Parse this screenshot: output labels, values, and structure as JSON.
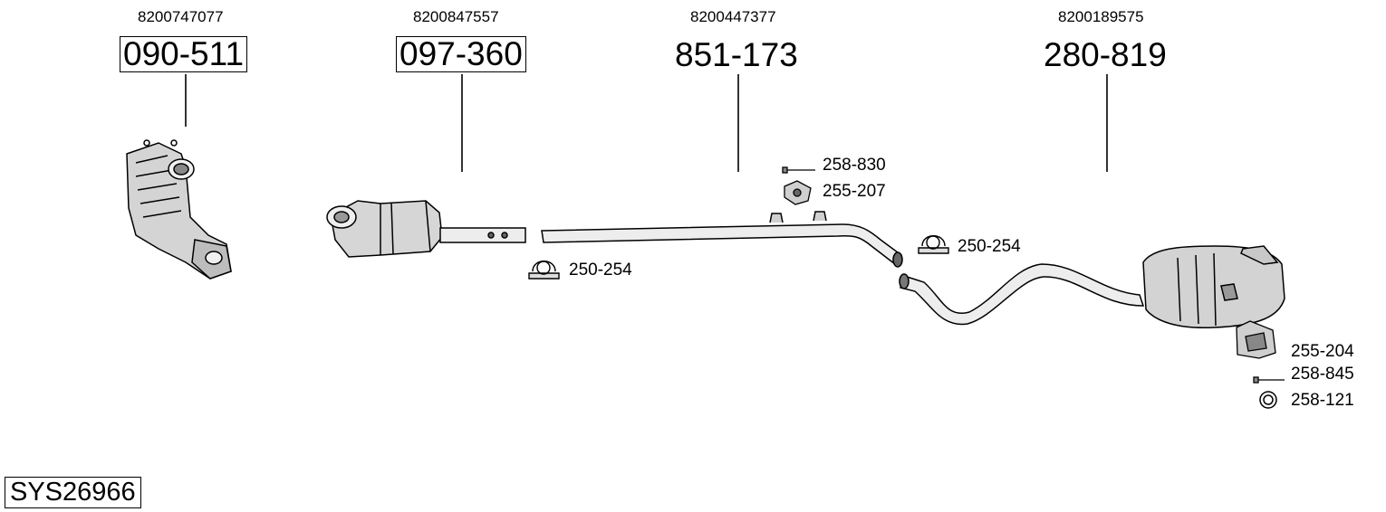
{
  "parts": [
    {
      "oe": "8200747077",
      "number": "090-511",
      "boxed": true
    },
    {
      "oe": "8200847557",
      "number": "097-360",
      "boxed": true
    },
    {
      "oe": "8200447377",
      "number": "851-173",
      "boxed": false
    },
    {
      "oe": "8200189575",
      "number": "280-819",
      "boxed": false
    }
  ],
  "accessories": {
    "clamp_front": "250-254",
    "bolt_mid": "258-830",
    "hanger_mid": "255-207",
    "clamp_rear": "250-254",
    "hanger_rear": "255-204",
    "bolt_rear": "258-845",
    "ring_rear": "258-121"
  },
  "system_code": "SYS26966"
}
